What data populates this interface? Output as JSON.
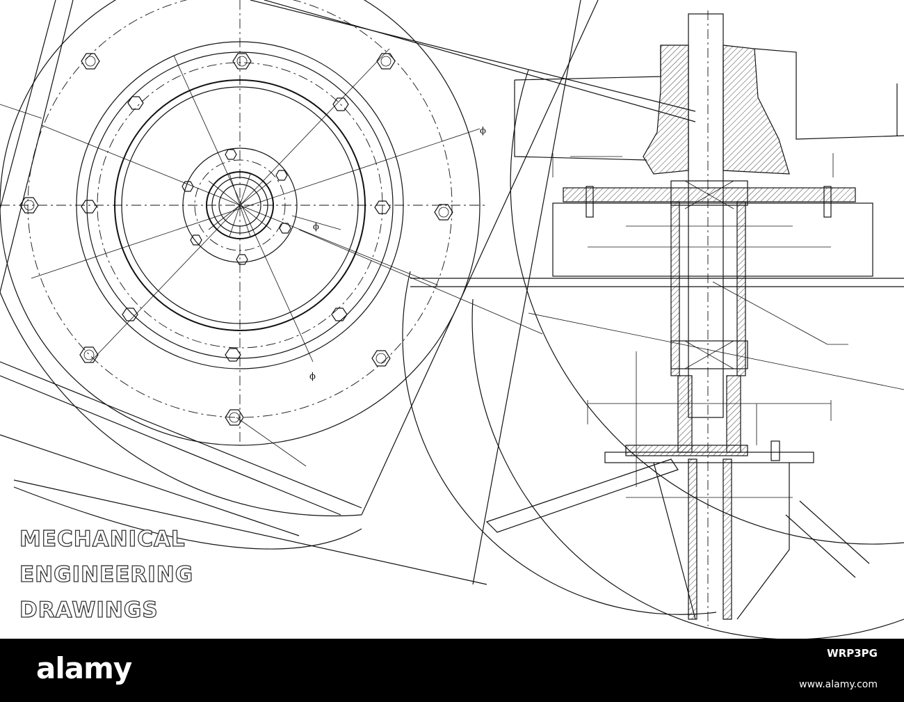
{
  "drawing": {
    "title_lines": [
      "MECHANICAL",
      "ENGINEERING",
      "DRAWINGS"
    ],
    "diameter_symbol": "ϕ"
  },
  "footer": {
    "brand": "alamy",
    "image_id": "WRP3PG",
    "url": "www.alamy.com"
  },
  "colors": {
    "line": "#111111",
    "background": "#ffffff",
    "footer_bg": "#000000",
    "footer_text": "#ffffff"
  }
}
